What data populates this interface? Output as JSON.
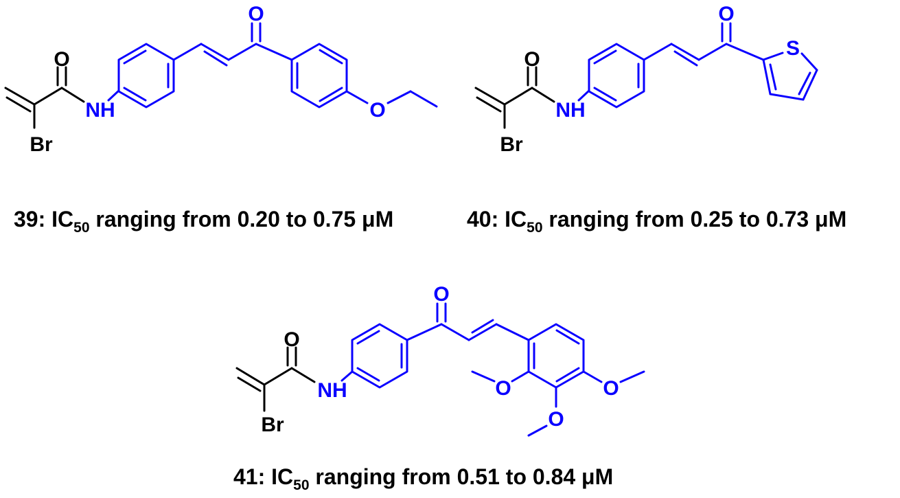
{
  "colors": {
    "black": "#000000",
    "blue": "#0a00ff"
  },
  "atoms": {
    "oxygen": "O",
    "nitrogen_h": "NH",
    "bromine": "Br",
    "sulfur": "S"
  },
  "compounds": [
    {
      "id": "39",
      "label_prefix": "39:  IC",
      "label_sub": "50",
      "label_suffix": " ranging from 0.20 to 0.75 μM"
    },
    {
      "id": "40",
      "label_prefix": "40:  IC",
      "label_sub": "50",
      "label_suffix": " ranging from 0.25 to 0.73 μM"
    },
    {
      "id": "41",
      "label_prefix": "41:  IC",
      "label_sub": "50",
      "label_suffix": " ranging from 0.51 to 0.84 μM"
    }
  ]
}
